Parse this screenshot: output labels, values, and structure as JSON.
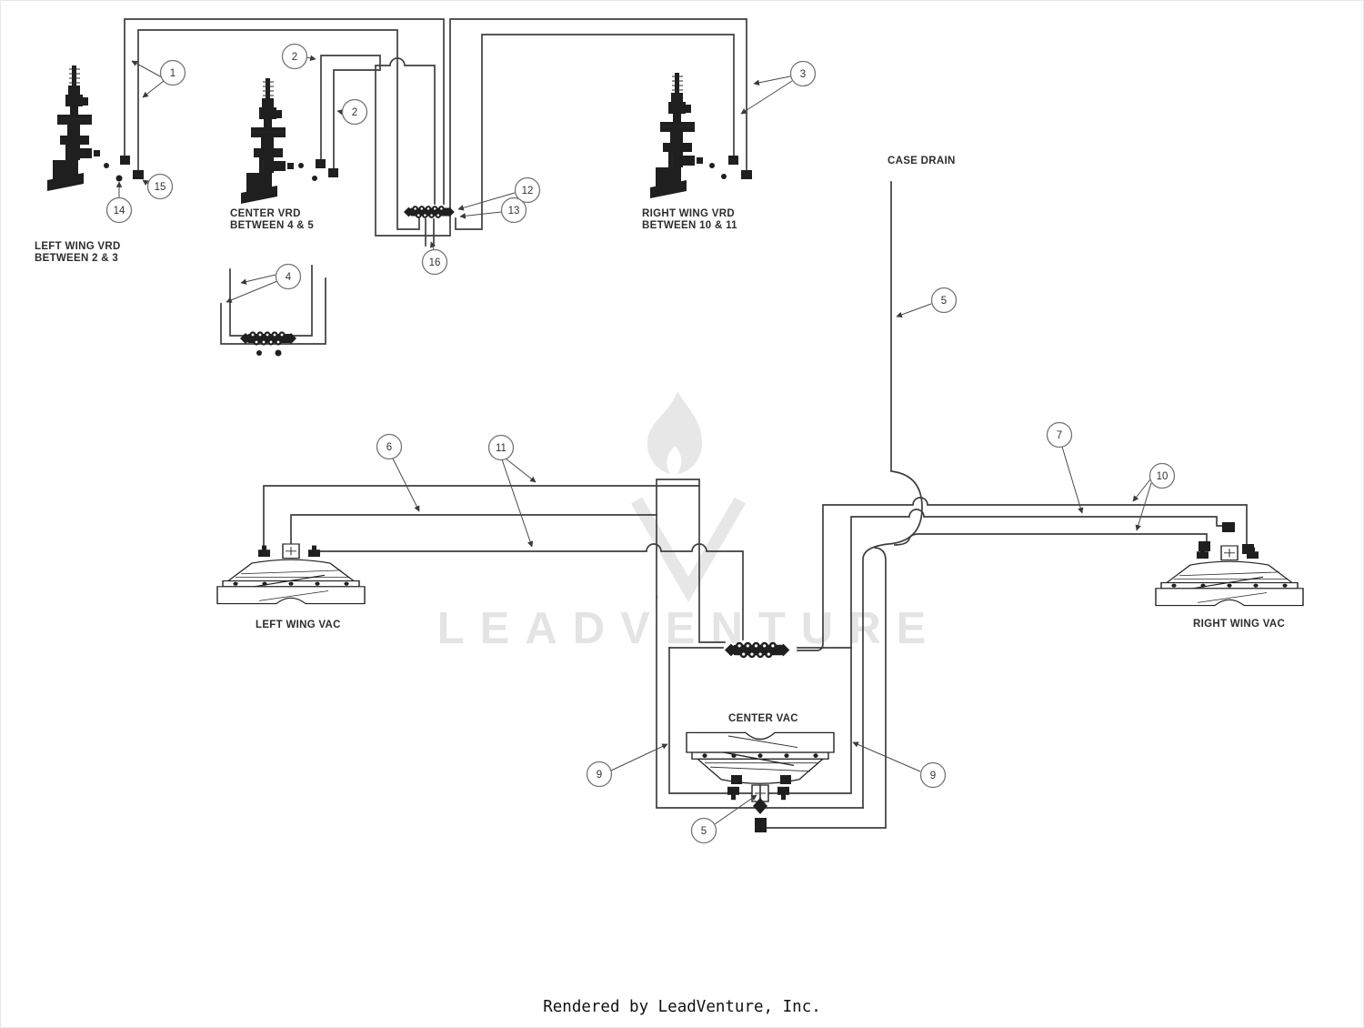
{
  "document": {
    "type": "parts-hose-routing-diagram",
    "footer": {
      "text": "Rendered by LeadVenture, Inc."
    },
    "watermark": {
      "text": "LEADVENTURE"
    }
  },
  "colors": {
    "pipe": "#3f3f3f",
    "label": "#2d2d2d",
    "callout_stroke": "#757575",
    "watermark": "#e4e4e4",
    "footer": "#111111",
    "background": "#ffffff"
  },
  "labels": {
    "left_wing_vrd": {
      "line1": "LEFT WING VRD",
      "line2": "BETWEEN 2 & 3"
    },
    "center_vrd": {
      "line1": "CENTER VRD",
      "line2": "BETWEEN 4 & 5"
    },
    "right_wing_vrd": {
      "line1": "RIGHT WING VRD",
      "line2": "BETWEEN 10 & 11"
    },
    "case_drain": {
      "line1": "CASE DRAIN"
    },
    "left_wing_vac": {
      "line1": "LEFT WING VAC"
    },
    "right_wing_vac": {
      "line1": "RIGHT WING VAC"
    },
    "center_vac": {
      "line1": "CENTER VAC"
    }
  },
  "callouts": [
    {
      "num": "1"
    },
    {
      "num": "2"
    },
    {
      "num": "2"
    },
    {
      "num": "3"
    },
    {
      "num": "14"
    },
    {
      "num": "15"
    },
    {
      "num": "12"
    },
    {
      "num": "13"
    },
    {
      "num": "16"
    },
    {
      "num": "4"
    },
    {
      "num": "5"
    },
    {
      "num": "6"
    },
    {
      "num": "11"
    },
    {
      "num": "7"
    },
    {
      "num": "10"
    },
    {
      "num": "9"
    },
    {
      "num": "9"
    },
    {
      "num": "5"
    }
  ]
}
